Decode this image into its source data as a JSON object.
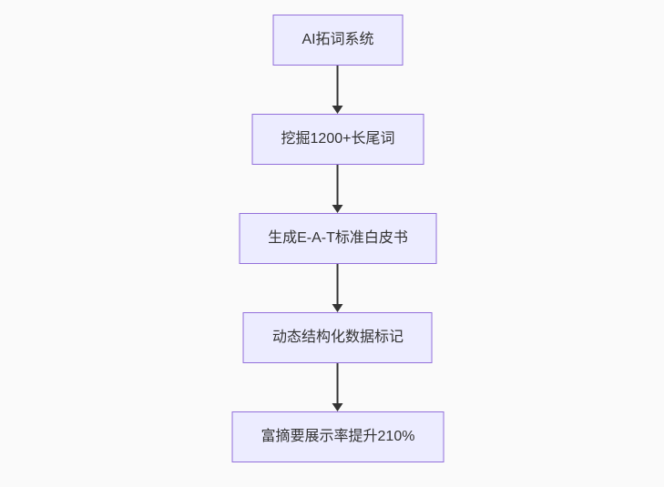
{
  "diagram": {
    "type": "flowchart",
    "direction": "top-down",
    "nodes": [
      {
        "id": "n1",
        "label": "AI拓词系统"
      },
      {
        "id": "n2",
        "label": "挖掘1200+长尾词"
      },
      {
        "id": "n3",
        "label": "生成E-A-T标准白皮书"
      },
      {
        "id": "n4",
        "label": "动态结构化数据标记"
      },
      {
        "id": "n5",
        "label": "富摘要展示率提升210%"
      }
    ],
    "edges": [
      {
        "from": "n1",
        "to": "n2"
      },
      {
        "from": "n2",
        "to": "n3"
      },
      {
        "from": "n3",
        "to": "n4"
      },
      {
        "from": "n4",
        "to": "n5"
      }
    ],
    "colors": {
      "background": "#fafafa",
      "node_fill": "#ececff",
      "node_border": "#9370db",
      "arrow": "#333333",
      "text": "#333333"
    }
  }
}
